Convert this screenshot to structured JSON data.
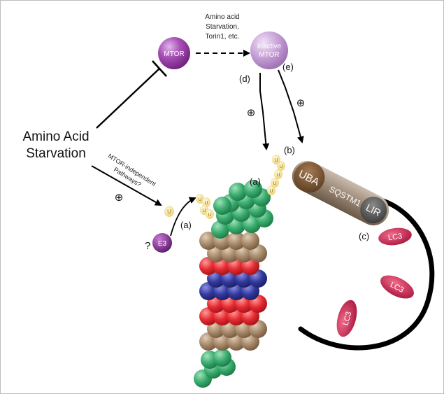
{
  "title": {
    "line1": "Amino Acid",
    "line2": "Starvation"
  },
  "mtor": {
    "label": "MTOR"
  },
  "inactive_mtor": {
    "line1": "Inactive",
    "line2": "MTOR"
  },
  "treatment": {
    "line1": "Amino acid",
    "line2": "Starvation,",
    "line3": "Torin1, etc."
  },
  "mtor_independent": {
    "line1": "MTOR-independent",
    "line2": "Pathways?"
  },
  "plus_symbol": "⊕",
  "question_mark": "?",
  "e3": {
    "label": "E3"
  },
  "ubiquitin_label": "U",
  "sqstm1": {
    "uba": "UBA",
    "name": "SQSTM1",
    "lir": "LIR"
  },
  "lc3_label": "LC3",
  "step_labels": {
    "a_left": "(a)",
    "a_right": "(a)",
    "b": "(b)",
    "c": "(c)",
    "d": "(d)",
    "e": "(e)"
  },
  "colors": {
    "mtor": "#9b3ea7",
    "inactive_mtor": "#c79ad6",
    "e3": "#8a2f9c",
    "ubiquitin": "#f3de82",
    "sqstm1": "#8d7a66",
    "lc3": "#d01d4d",
    "green": "#36a86b",
    "tan": "#a58666",
    "red": "#e2222e",
    "blue": "#2e3192",
    "membrane": "#000000"
  }
}
